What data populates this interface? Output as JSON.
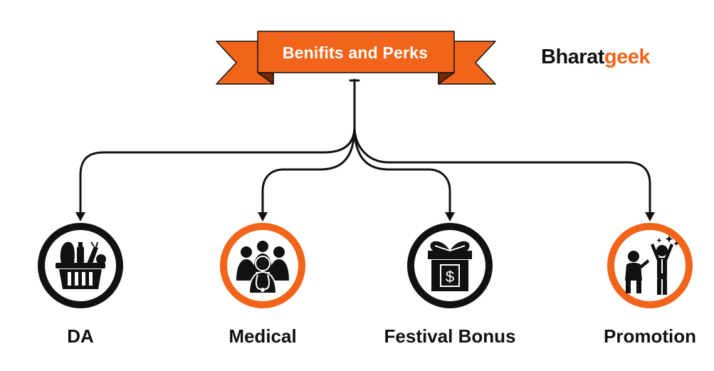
{
  "banner": {
    "title": "Benifits and Perks",
    "color": "#f26419"
  },
  "brand": {
    "part1": "Bharat",
    "part2": "geek",
    "part1_color": "#111111",
    "part2_color": "#f26419"
  },
  "nodes": [
    {
      "label": "DA",
      "icon": "grocery-basket-icon",
      "ring_color": "#111111"
    },
    {
      "label": "Medical",
      "icon": "doctors-group-icon",
      "ring_color": "#f26419"
    },
    {
      "label": "Festival Bonus",
      "icon": "gift-box-dollar-icon",
      "ring_color": "#111111"
    },
    {
      "label": "Promotion",
      "icon": "celebrating-people-icon",
      "ring_color": "#f26419"
    }
  ]
}
